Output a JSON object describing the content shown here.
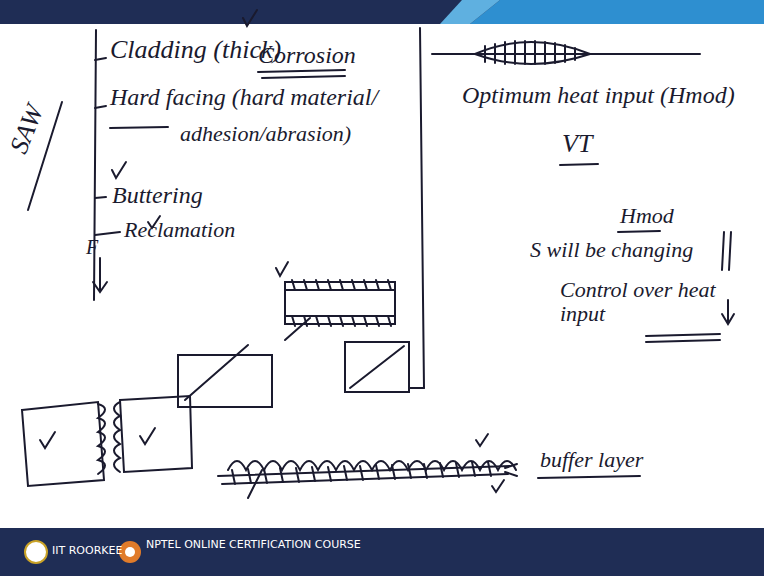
{
  "diagram": {
    "labels": [
      "SAW",
      "Cladding (thick)",
      "Corrosion",
      "Hard facing (hard material/",
      "adhesion/abrasion)",
      "Buttering",
      "Reclamation",
      "F",
      "Optimum heat input (Hmod)",
      "VT",
      "Hmod",
      "S will be changing",
      "Control over heat input",
      "buffer layer",
      "IIT ROORKEE",
      "NPTEL ONLINE CERTIFICATION COURSE"
    ]
  }
}
